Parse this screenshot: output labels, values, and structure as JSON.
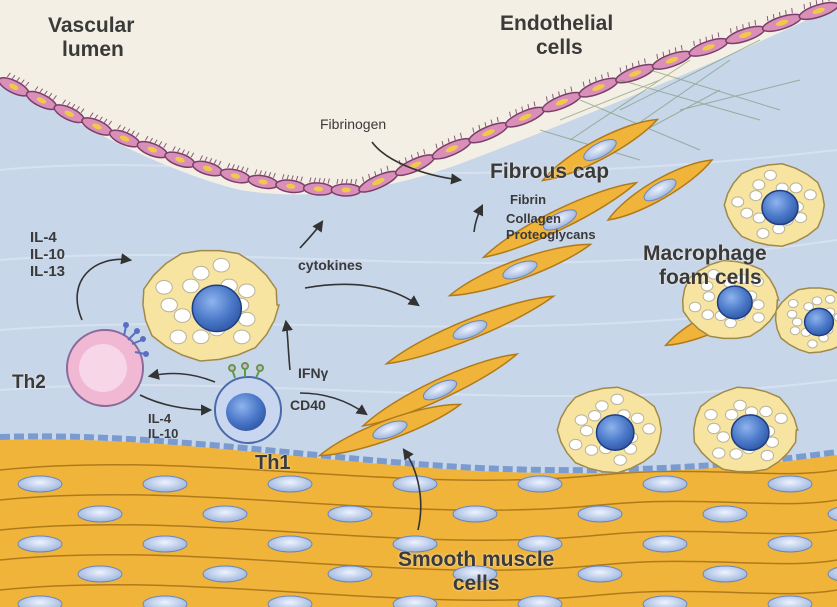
{
  "labels": {
    "vascular_lumen": [
      "Vascular",
      "lumen"
    ],
    "endothelial_cells": [
      "Endothelial",
      "cells"
    ],
    "fibrinogen": "Fibrinogen",
    "fibrous_cap": "Fibrous cap",
    "cap_components": [
      "Fibrin",
      "Collagen",
      "Proteoglycans"
    ],
    "macrophage_foam_cells": [
      "Macrophage",
      "foam cells"
    ],
    "th2_cytokines": [
      "IL-4",
      "IL-10",
      "IL-13"
    ],
    "cytokines": "cytokines",
    "th2": "Th2",
    "th1": "Th1",
    "ifn_gamma": "IFNγ",
    "cd40": "CD40",
    "th1_feedback_cytokines": [
      "IL-4",
      "IL-10"
    ],
    "smooth_muscle_cells": [
      "Smooth muscle",
      "cells"
    ]
  },
  "colors": {
    "lumen": "#f4efe4",
    "intima": "#c8d6ea",
    "endothelium": "#d98fb8",
    "smooth_muscle": "#f0b43a",
    "nucleus": "#4a78c8",
    "foam_cytoplasm": "#f7e4a0",
    "th2_cell": "#f1b8d4",
    "arrow": "#333333"
  }
}
